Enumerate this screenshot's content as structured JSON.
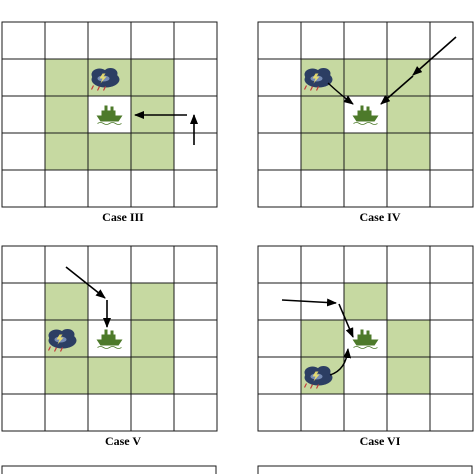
{
  "colors": {
    "grid_line": "#1a1a1a",
    "shaded_cell": "#c6d9a1",
    "plain_cell": "#ffffff",
    "arrow": "#000000",
    "storm_icon": "#2c3e63",
    "ship_icon": "#4d7a2a"
  },
  "panels": [
    {
      "id": "case-iii",
      "caption": "Case  III",
      "shaded_cells": [
        [
          1,
          1
        ],
        [
          1,
          2
        ],
        [
          1,
          3
        ],
        [
          2,
          1
        ],
        [
          2,
          3
        ],
        [
          3,
          1
        ],
        [
          3,
          2
        ],
        [
          3,
          3
        ]
      ],
      "storm_cell": [
        1,
        2
      ],
      "ship_cell": [
        2,
        2
      ]
    },
    {
      "id": "case-iv",
      "caption": "Case  IV",
      "shaded_cells": [
        [
          1,
          1
        ],
        [
          1,
          2
        ],
        [
          1,
          3
        ],
        [
          2,
          1
        ],
        [
          2,
          3
        ],
        [
          3,
          1
        ],
        [
          3,
          2
        ],
        [
          3,
          3
        ]
      ],
      "storm_cell": [
        1,
        1
      ],
      "ship_cell": [
        2,
        2
      ]
    },
    {
      "id": "case-v",
      "caption": "Case  V",
      "shaded_cells": [
        [
          1,
          1
        ],
        [
          1,
          3
        ],
        [
          2,
          1
        ],
        [
          2,
          3
        ],
        [
          3,
          1
        ],
        [
          3,
          2
        ],
        [
          3,
          3
        ]
      ],
      "storm_cell": [
        2,
        1
      ],
      "ship_cell": [
        2,
        2
      ]
    },
    {
      "id": "case-vi",
      "caption": "Case  VI",
      "shaded_cells": [
        [
          1,
          2
        ],
        [
          2,
          1
        ],
        [
          2,
          3
        ],
        [
          3,
          1
        ],
        [
          3,
          3
        ]
      ],
      "storm_cell": [
        3,
        1
      ],
      "ship_cell": [
        2,
        2
      ]
    }
  ],
  "icons": {
    "storm": "storm-cloud-icon",
    "ship": "ship-icon"
  }
}
